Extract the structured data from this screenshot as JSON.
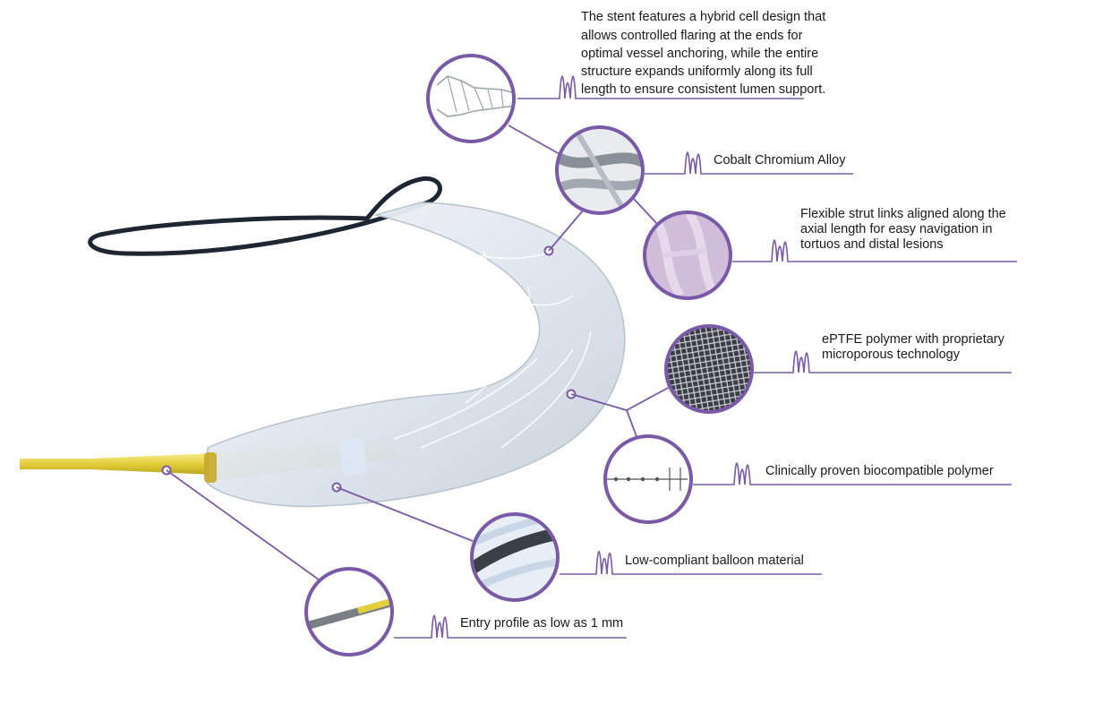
{
  "theme": {
    "accent": "#7a5aa6",
    "catheter_dark": "#1e2633",
    "balloon_fill": "#dfe6ee",
    "shaft_yellow": "#e8d84a"
  },
  "callouts": [
    {
      "id": "hybrid-cell",
      "icon": "stent-flare-icon",
      "lines": [
        "The stent features a hybrid cell design that",
        "allows controlled flaring at the ends for",
        "optimal vessel anchoring, while the entire",
        "structure expands uniformly along its full",
        "length to ensure consistent lumen support."
      ]
    },
    {
      "id": "alloy",
      "icon": "strut-closeup-icon",
      "lines": [
        "Cobalt Chromium Alloy"
      ]
    },
    {
      "id": "strut-links",
      "icon": "strut-links-icon",
      "lines": [
        "Flexible strut links aligned along the",
        "axial length for easy navigation in",
        "tortuos and distal lesions"
      ]
    },
    {
      "id": "eptfe",
      "icon": "eptfe-micrograph-icon",
      "lines": [
        "ePTFE polymer with proprietary",
        "microporous technology"
      ]
    },
    {
      "id": "biopolymer",
      "icon": "polymer-formula-icon",
      "lines": [
        "Clinically proven biocompatible polymer"
      ]
    },
    {
      "id": "balloon",
      "icon": "balloon-closeup-icon",
      "lines": [
        "Low-compliant balloon material"
      ]
    },
    {
      "id": "entry",
      "icon": "tip-closeup-icon",
      "lines": [
        "Entry profile as low as 1 mm"
      ]
    }
  ]
}
